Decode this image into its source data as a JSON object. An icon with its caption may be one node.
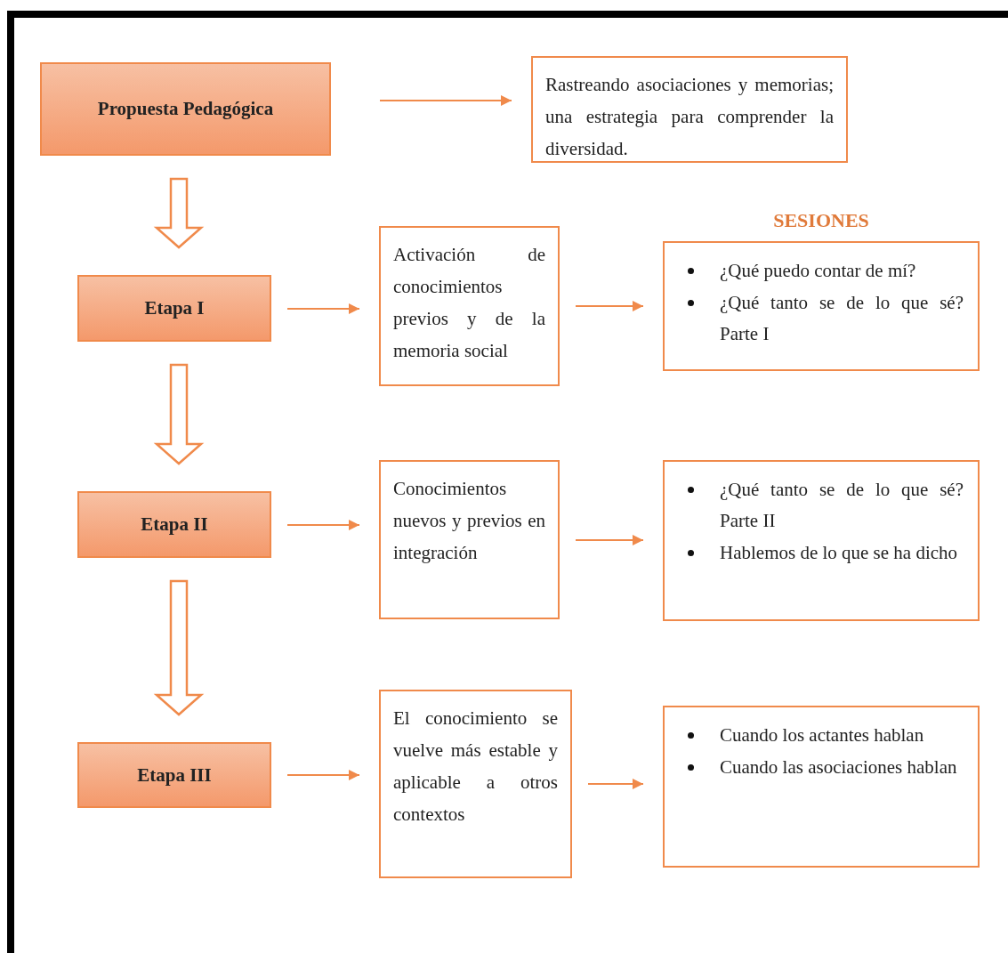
{
  "diagram": {
    "nodes": [
      {
        "text": [
          "Propuesta Pedagógica"
        ]
      },
      {
        "text": [
          "Rastreando asociaciones y memorias; una estrategia para comprender la diversidad."
        ]
      },
      {
        "text": [
          "Etapa I"
        ]
      },
      {
        "text": [
          "Activación de conocimientos previos y de la memoria social"
        ]
      },
      {
        "text": [
          "SESIONES",
          "¿Qué puedo contar de mí?",
          "¿Qué tanto se de lo que sé? Parte I"
        ]
      },
      {
        "text": [
          "Etapa II"
        ]
      },
      {
        "text": [
          "Conocimientos nuevos y previos en integración"
        ]
      },
      {
        "text": [
          "¿Qué tanto se de lo que sé? Parte II",
          "Hablemos de lo que se ha dicho"
        ]
      },
      {
        "text": [
          "Etapa III"
        ]
      },
      {
        "text": [
          "El conocimiento se vuelve más estable y aplicable a otros contextos"
        ]
      },
      {
        "text": [
          "Cuando los actantes hablan",
          "Cuando las asociaciones hablan"
        ]
      }
    ],
    "edges": [
      {
        "from": 0,
        "to": 1,
        "arrow": "to"
      },
      {
        "from": 0,
        "to": 2,
        "arrow": "to",
        "style": "thick"
      },
      {
        "from": 2,
        "to": 3,
        "arrow": "to"
      },
      {
        "from": 3,
        "to": 4,
        "arrow": "to"
      },
      {
        "from": 2,
        "to": 5,
        "arrow": "to",
        "style": "thick"
      },
      {
        "from": 5,
        "to": 6,
        "arrow": "to"
      },
      {
        "from": 6,
        "to": 7,
        "arrow": "to"
      },
      {
        "from": 5,
        "to": 8,
        "arrow": "to",
        "style": "thick"
      },
      {
        "from": 8,
        "to": 9,
        "arrow": "to"
      },
      {
        "from": 9,
        "to": 10,
        "arrow": "to"
      }
    ]
  }
}
